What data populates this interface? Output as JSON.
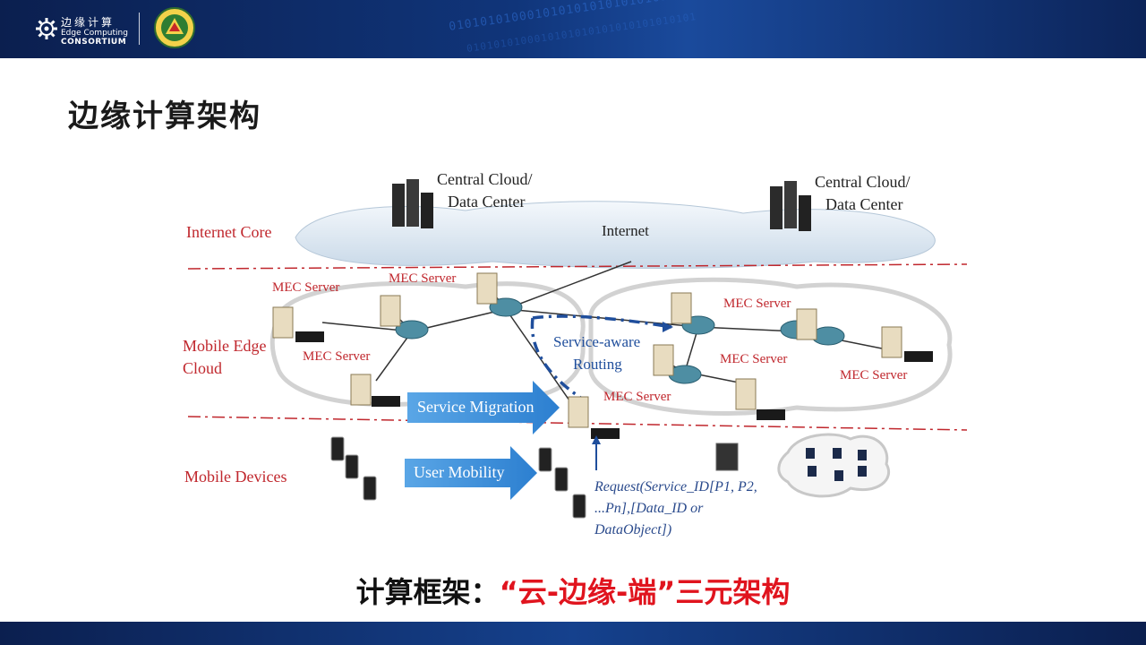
{
  "header": {
    "logo": {
      "cn_name": "边缘计算",
      "en_line1": "Edge Computing",
      "en_line2": "CONSORTIUM"
    },
    "binary_decoration": "0101010100010101010101010101010101",
    "colors": {
      "bar": "#10357a",
      "binary": "#2f6fd6"
    }
  },
  "page": {
    "title": "边缘计算架构"
  },
  "diagram": {
    "layers": {
      "internet_core": "Internet Core",
      "mobile_edge_cloud_line1": "Mobile Edge",
      "mobile_edge_cloud_line2": "Cloud",
      "mobile_devices": "Mobile Devices"
    },
    "central_cloud_left": {
      "line1": "Central Cloud/",
      "line2": "Data Center"
    },
    "central_cloud_right": {
      "line1": "Central Cloud/",
      "line2": "Data Center"
    },
    "internet_label": "Internet",
    "mec_servers": [
      "MEC Server",
      "MEC Server",
      "MEC Server",
      "MEC Server",
      "MEC Server",
      "MEC Server",
      "MEC Server"
    ],
    "service_aware": {
      "line1": "Service-aware",
      "line2": "Routing"
    },
    "service_migration": "Service Migration",
    "user_mobility": "User Mobility",
    "request": {
      "line1": "Request(Service_ID[P1, P2,",
      "line2": "...Pn],[Data_ID or",
      "line3": "DataObject])"
    },
    "colors": {
      "layer_label": "#c0272d",
      "arrow": "#3a8fd8",
      "routing": "#1f4e9c",
      "divider": "#c0272d"
    }
  },
  "footer": {
    "prefix": "计算框架：",
    "highlight": "“云-边缘-端”三元架构",
    "colors": {
      "prefix": "#111111",
      "highlight": "#e0141e"
    }
  }
}
